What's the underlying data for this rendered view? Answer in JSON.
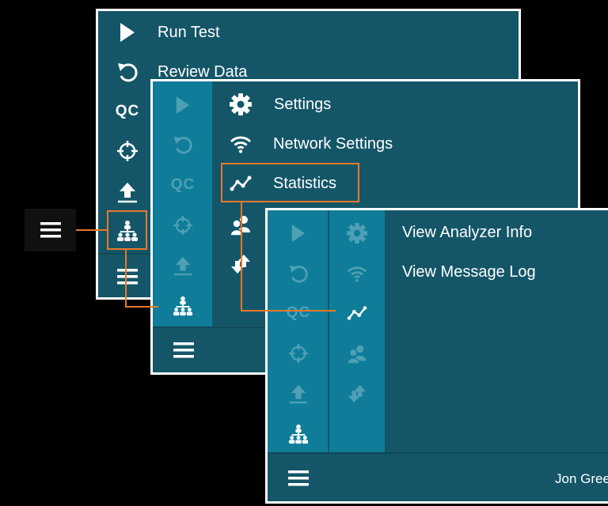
{
  "panel1": {
    "items": [
      {
        "label": "Run Test",
        "icon": "play-icon"
      },
      {
        "label": "Review Data",
        "icon": "undo-icon"
      },
      {
        "label": "QC",
        "icon": "qc-icon"
      },
      {
        "label": "",
        "icon": "crosshair-icon"
      },
      {
        "label": "",
        "icon": "upload-icon"
      },
      {
        "label": "",
        "icon": "hierarchy-icon"
      }
    ]
  },
  "panel2": {
    "rail_qc": "QC",
    "items": [
      {
        "label": "Settings",
        "icon": "gear-icon"
      },
      {
        "label": "Network Settings",
        "icon": "wifi-icon"
      },
      {
        "label": "Statistics",
        "icon": "statistics-icon"
      }
    ]
  },
  "panel3": {
    "rail_qc": "QC",
    "items": [
      {
        "label": "View Analyzer Info"
      },
      {
        "label": "View Message Log"
      }
    ],
    "user_name": "Jon Green"
  },
  "colors": {
    "panel_bg": "#145668",
    "rail_bg": "#0f7d99",
    "highlight": "#e9782b",
    "dim_icon": "#4ea0b5"
  }
}
